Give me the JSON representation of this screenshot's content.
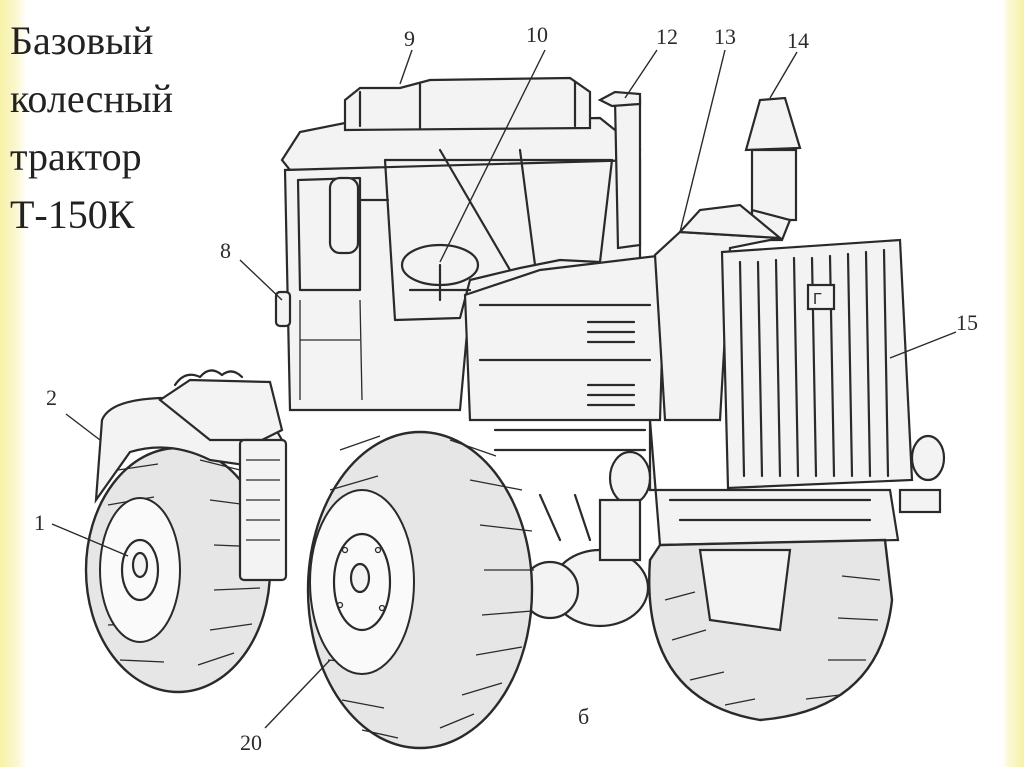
{
  "title_lines": [
    "Базовый",
    "колесный",
    "трактор",
    "Т-150К"
  ],
  "callouts": {
    "c1": "1",
    "c2": "2",
    "c8": "8",
    "c9": "9",
    "c10": "10",
    "c12": "12",
    "c13": "13",
    "c14": "14",
    "c15": "15",
    "c20": "20",
    "b": "б"
  },
  "grille_badge": "Г"
}
